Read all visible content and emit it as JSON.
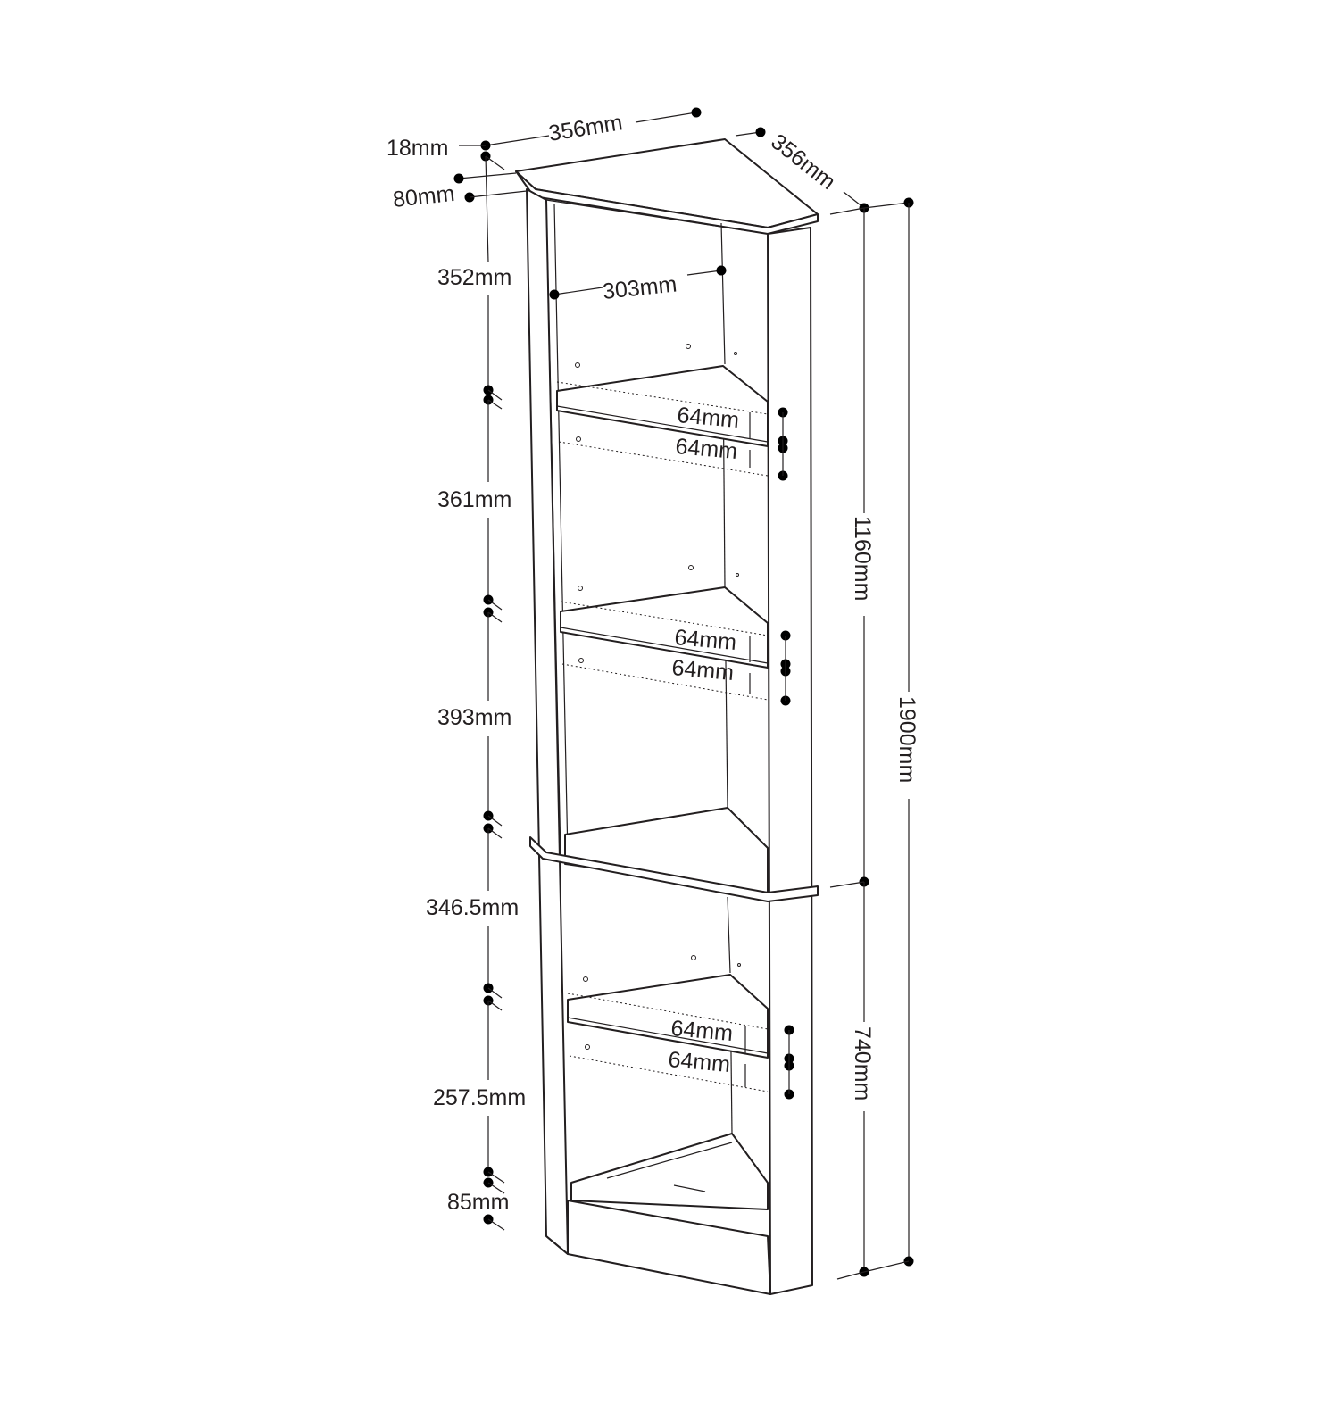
{
  "diagram": {
    "dimensions": {
      "top_width": "356mm",
      "top_depth": "356mm",
      "top_thickness": "18mm",
      "cornice_height": "80mm",
      "inner_width": "303mm",
      "total_height": "1900mm",
      "upper_height": "1160mm",
      "lower_height": "740mm",
      "gap_1": "352mm",
      "gap_2": "361mm",
      "gap_3": "393mm",
      "gap_4": "346.5mm",
      "gap_5": "257.5mm",
      "plinth_height": "85mm",
      "shelf_adjust_up": "64mm",
      "shelf_adjust_down": "64mm"
    }
  }
}
